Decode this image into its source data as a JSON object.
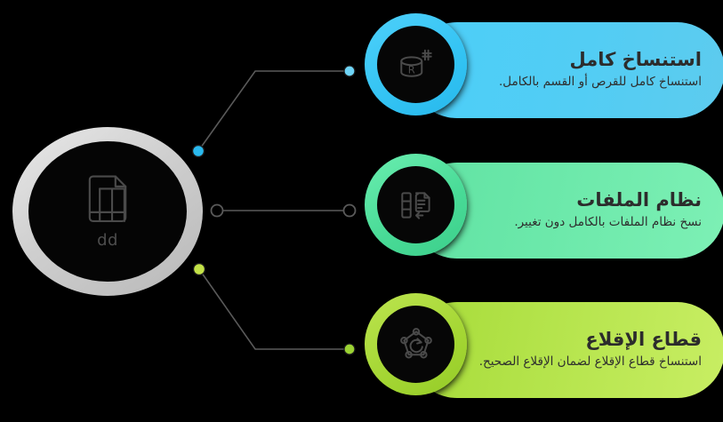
{
  "hub": {
    "label": "dd",
    "icon": "disk-document-icon",
    "ring_color": "#d0d0d0",
    "core_color": "#050505"
  },
  "connectors": [
    {
      "name": "connector-full-clone",
      "dot_color": "#2ab9ee",
      "hub_dot_filled": true,
      "card_dot_filled": true
    },
    {
      "name": "connector-filesystem",
      "dot_color": "#3a3a3a",
      "hub_dot_filled": false,
      "card_dot_filled": false
    },
    {
      "name": "connector-boot-sector",
      "dot_color": "#b4e04a",
      "hub_dot_filled": true,
      "card_dot_filled": true
    }
  ],
  "cards": [
    {
      "id": "full-clone",
      "title": "استنساخ كامل",
      "desc": "استنساخ كامل للقرص أو القسم بالكامل.",
      "icon": "database-r-icon",
      "ring_color": "#38c6f4",
      "card_from": "#49cdf7",
      "card_to": "#55c9f0",
      "dot_color": "#6ed4f7"
    },
    {
      "id": "filesystem",
      "title": "نظام الملفات",
      "desc": "نسخ نظام الملفات بالكامل دون تغيير.",
      "icon": "filesystem-copy-icon",
      "ring_color": "#4ddc9a",
      "card_from": "#63e5a6",
      "card_to": "#7af0b4",
      "dot_color": "#3a3a3a"
    },
    {
      "id": "boot-sector",
      "title": "قطاع الإقلاع",
      "desc": "استنساخ قطاع الإقلاع لضمان الإقلاع الصحيح.",
      "icon": "boot-sector-icon",
      "ring_color": "#a7da3c",
      "card_from": "#a9dc3e",
      "card_to": "#c4ec5e",
      "dot_color": "#9bd233"
    }
  ]
}
